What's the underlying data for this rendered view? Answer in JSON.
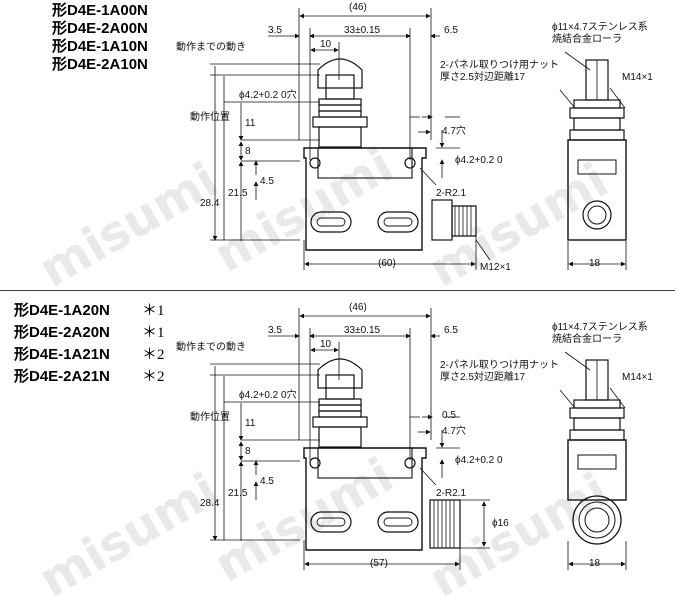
{
  "watermark": "misumi",
  "top": {
    "models": [
      "形D4E-1A00N",
      "形D4E-2A00N",
      "形D4E-1A10N",
      "形D4E-2A10N"
    ],
    "dims": {
      "d46": "(46)",
      "d35": "3.5",
      "d33": "33±0.15",
      "d65": "6.5",
      "d10": "10",
      "phi42a": "ϕ4.2+0.2 0穴",
      "d11": "11",
      "d8": "8",
      "d45": "4.5",
      "d215": "21.5",
      "d284": "28.4",
      "d47": "4.7穴",
      "phi42b": "ϕ4.2+0.2 0",
      "r21": "2-R2.1",
      "d60": "(60)",
      "m12": "M12×1",
      "d18": "18",
      "m14": "M14×1"
    },
    "labels": {
      "stroke": "動作までの動き",
      "pos": "動作位置",
      "nut1": "2-パネル取りつけ用ナット",
      "nut2": "厚さ2.5対辺距離17",
      "roller1": "ϕ11×4.7ステンレス系",
      "roller2": "焼結合金ローラ"
    }
  },
  "bottom": {
    "models": [
      "形D4E-1A20N",
      "形D4E-2A20N",
      "形D4E-1A21N",
      "形D4E-2A21N"
    ],
    "notes": [
      "＊1",
      "＊1",
      "＊2",
      "＊2"
    ],
    "dims": {
      "d46": "(46)",
      "d35": "3.5",
      "d33": "33±0.15",
      "d65": "6.5",
      "d10": "10",
      "phi42a": "ϕ4.2+0.2 0穴",
      "d11": "11",
      "d8": "8",
      "d45": "4.5",
      "d215": "21.5",
      "d284": "28.4",
      "d05": "0.5",
      "d47": "4.7穴",
      "phi42b": "ϕ4.2+0.2 0",
      "r21": "2-R2.1",
      "phi16": "ϕ16",
      "d57": "(57)",
      "d18": "18",
      "m14": "M14×1"
    },
    "labels": {
      "stroke": "動作までの動き",
      "pos": "動作位置",
      "nut1": "2-パネル取りつけ用ナット",
      "nut2": "厚さ2.5対辺距離17",
      "roller1": "ϕ11×4.7ステンレス系",
      "roller2": "焼結合金ローラ"
    }
  }
}
